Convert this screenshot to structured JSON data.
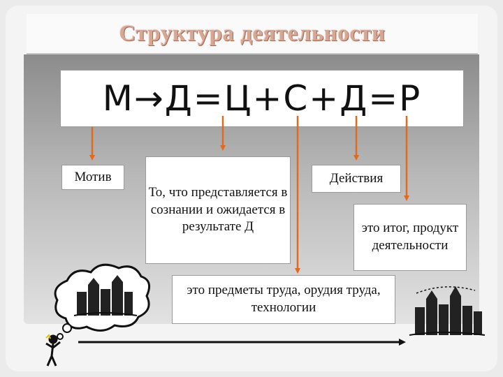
{
  "title": "Структура деятельности",
  "formula": "М→Д=Ц+С+Д=Р",
  "boxes": {
    "motive": "Мотив",
    "goal": "То, что представляется в сознании и ожидается в результате Д",
    "actions": "Действия",
    "result": "это итог, продукт деятельности",
    "means": "это предметы труда, орудия труда, технологии"
  },
  "colors": {
    "arrow": "#e06a1e",
    "title": "#d6a794",
    "panel": "#a8a8a8"
  },
  "icons": [
    "thought-cloud-city-icon",
    "stick-figure-icon",
    "city-icon",
    "timeline-arrow-icon"
  ]
}
